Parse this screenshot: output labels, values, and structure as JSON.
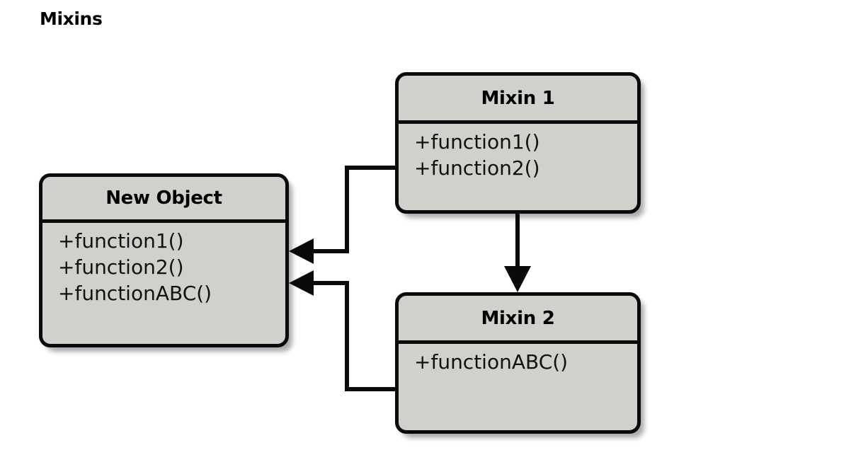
{
  "figure": {
    "title": "Mixins",
    "type": "uml-class-diagram",
    "background_color": "#ffffff"
  },
  "style": {
    "box_fill": "#d2d0cb",
    "box_border": "#0a0a0a",
    "connector_color": "#0a0a0a",
    "text_color": "#000000",
    "shadow_color": "rgba(0,0,0,0.33)"
  },
  "boxes": [
    {
      "id": "new-object",
      "title": "New Object",
      "members": [
        "+function1()",
        "+function2()",
        "+functionABC()"
      ]
    },
    {
      "id": "mixin-1",
      "title": "Mixin 1",
      "members": [
        "+function1()",
        "+function2()"
      ]
    },
    {
      "id": "mixin-2",
      "title": "Mixin 2",
      "members": [
        "+functionABC()"
      ]
    }
  ],
  "connectors": [
    {
      "id": "mixin1-to-new-object",
      "from": "Mixin 1",
      "to": "New Object",
      "arrowhead": "solid-triangle",
      "routing": "orthogonal"
    },
    {
      "id": "mixin2-to-new-object",
      "from": "Mixin 2",
      "to": "New Object",
      "arrowhead": "solid-triangle",
      "routing": "orthogonal"
    },
    {
      "id": "mixin1-to-mixin2",
      "from": "Mixin 1",
      "to": "Mixin 2",
      "arrowhead": "solid-triangle",
      "routing": "straight-vertical"
    }
  ]
}
